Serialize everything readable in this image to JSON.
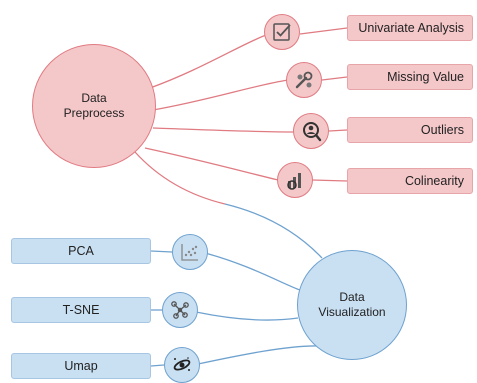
{
  "hubs": {
    "preprocess": {
      "line1": "Data",
      "line2": "Preprocess"
    },
    "visualization": {
      "line1": "Data",
      "line2": "Visualization"
    }
  },
  "preprocess_items": [
    {
      "label": "Univariate Analysis",
      "icon": "checklist-icon"
    },
    {
      "label": "Missing Value",
      "icon": "wrench-gear-icon"
    },
    {
      "label": "Outliers",
      "icon": "people-search-icon"
    },
    {
      "label": "Colinearity",
      "icon": "bar-chart-icon"
    }
  ],
  "visualization_items": [
    {
      "label": "PCA",
      "icon": "scatter-plot-icon"
    },
    {
      "label": "T-SNE",
      "icon": "network-graph-icon"
    },
    {
      "label": "Umap",
      "icon": "galaxy-cluster-icon"
    }
  ],
  "colors": {
    "red_fill": "#f4c7c9",
    "red_stroke": "#e07b82",
    "blue_fill": "#c9dff2",
    "blue_stroke": "#6fa2cf"
  }
}
